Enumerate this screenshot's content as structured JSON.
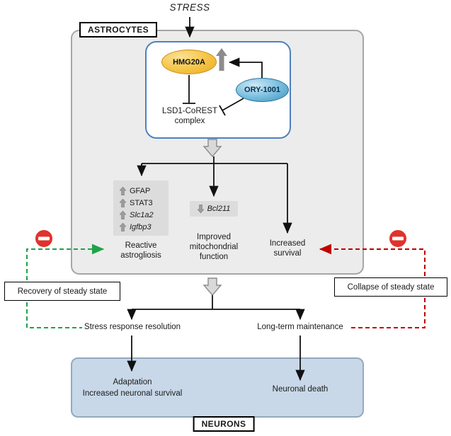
{
  "stress_label": "STRESS",
  "astrocytes": {
    "label": "ASTROCYTES",
    "hmg20a_label": "HMG20A",
    "ory_label": "ORY-1001",
    "complex_label": "LSD1-CoREST complex",
    "markers_up": [
      {
        "label": "GFAP"
      },
      {
        "label": "STAT3"
      },
      {
        "label": "Slc1a2"
      },
      {
        "label": "Igfbp3"
      }
    ],
    "marker_down_label": "Bcl211",
    "outcome_reactive": "Reactive astrogliosis",
    "outcome_mitochondrial": "Improved mitochondrial function",
    "outcome_survival": "Increased survival"
  },
  "feedback": {
    "recovery_label": "Recovery of steady state",
    "collapse_label": "Collapse of steady state"
  },
  "pathways": {
    "resolution_label": "Stress response resolution",
    "maintenance_label": "Long-term maintenance"
  },
  "neurons": {
    "label": "NEURONS",
    "adaptation_line1": "Adaptation",
    "adaptation_line2": "Increased neuronal survival",
    "death_label": "Neuronal death"
  },
  "colors": {
    "hmg20a_fill": "#f5c342",
    "ory_fill": "#5aaed3",
    "green_feedback": "#1ea24a",
    "red_feedback": "#c00000",
    "neurons_fill": "#c8d8e9",
    "astrocytes_fill": "#ececec",
    "inhibition_sign": "#e0332c"
  }
}
